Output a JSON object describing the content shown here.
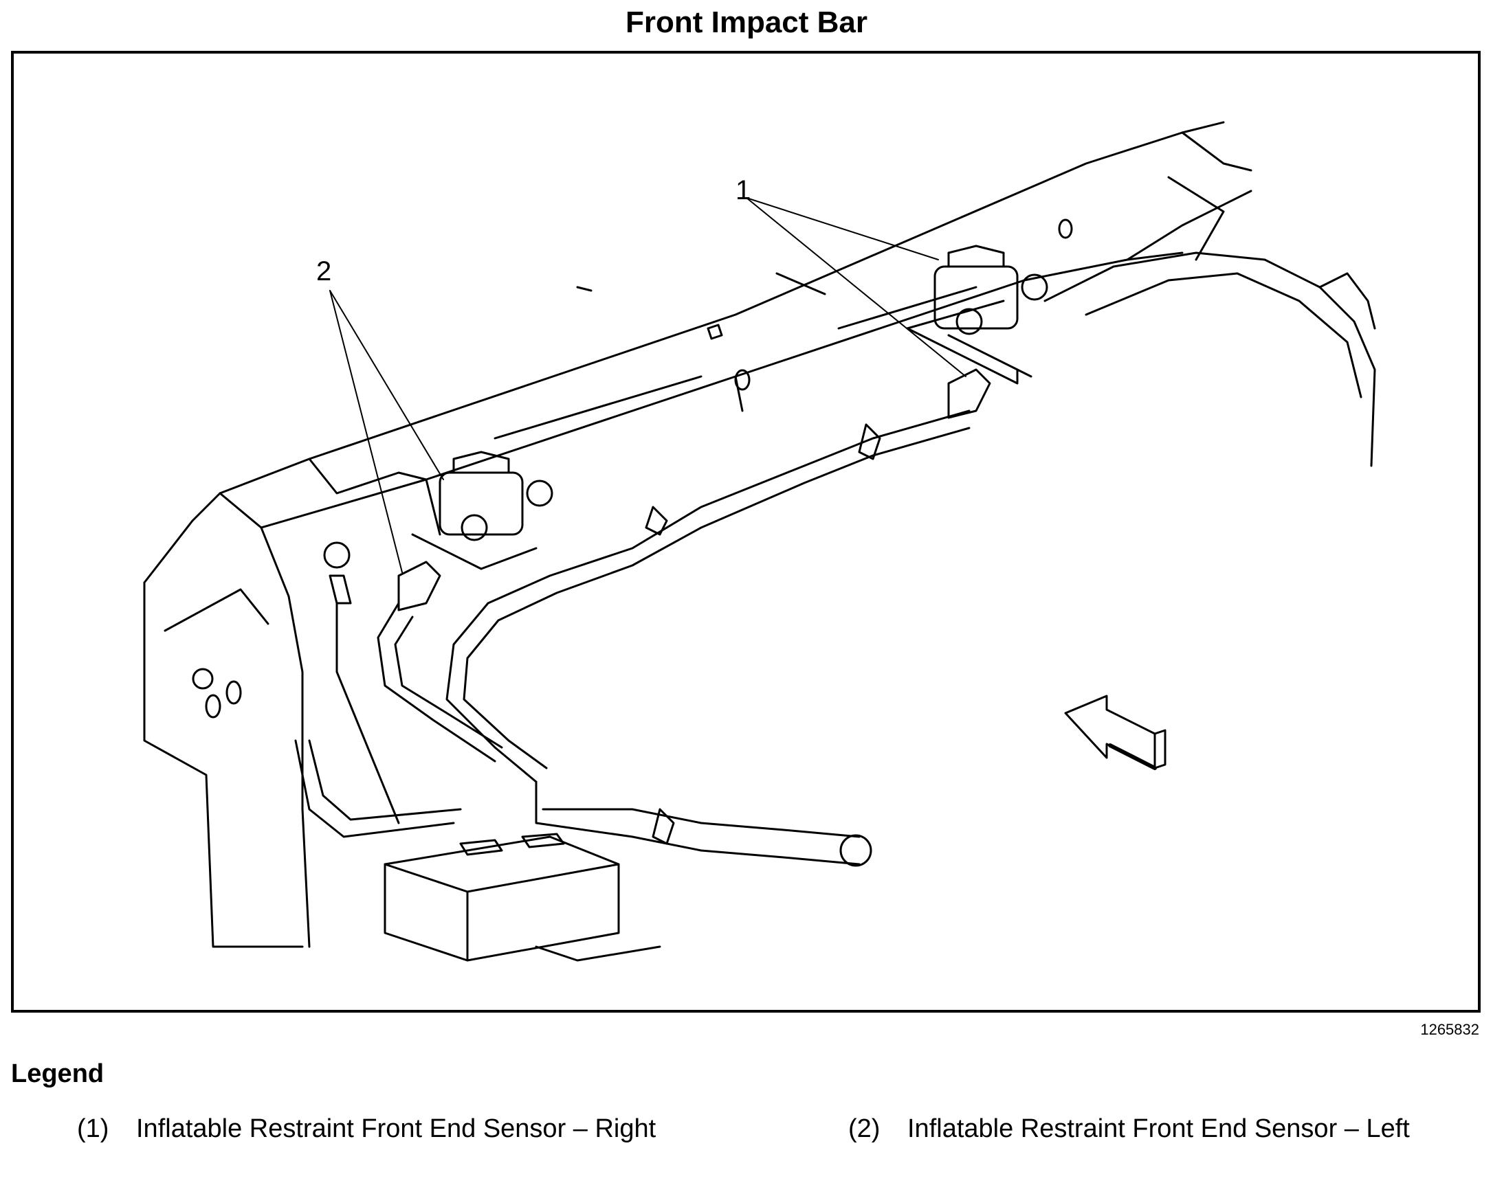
{
  "title": "Front Impact Bar",
  "figure_id": "1265832",
  "callouts": [
    "1",
    "2"
  ],
  "legend": {
    "heading": "Legend",
    "items": [
      {
        "number": "(1)",
        "text": "Inflatable Restraint Front End Sensor – Right"
      },
      {
        "number": "(2)",
        "text": "Inflatable Restraint Front End Sensor – Left"
      }
    ]
  }
}
